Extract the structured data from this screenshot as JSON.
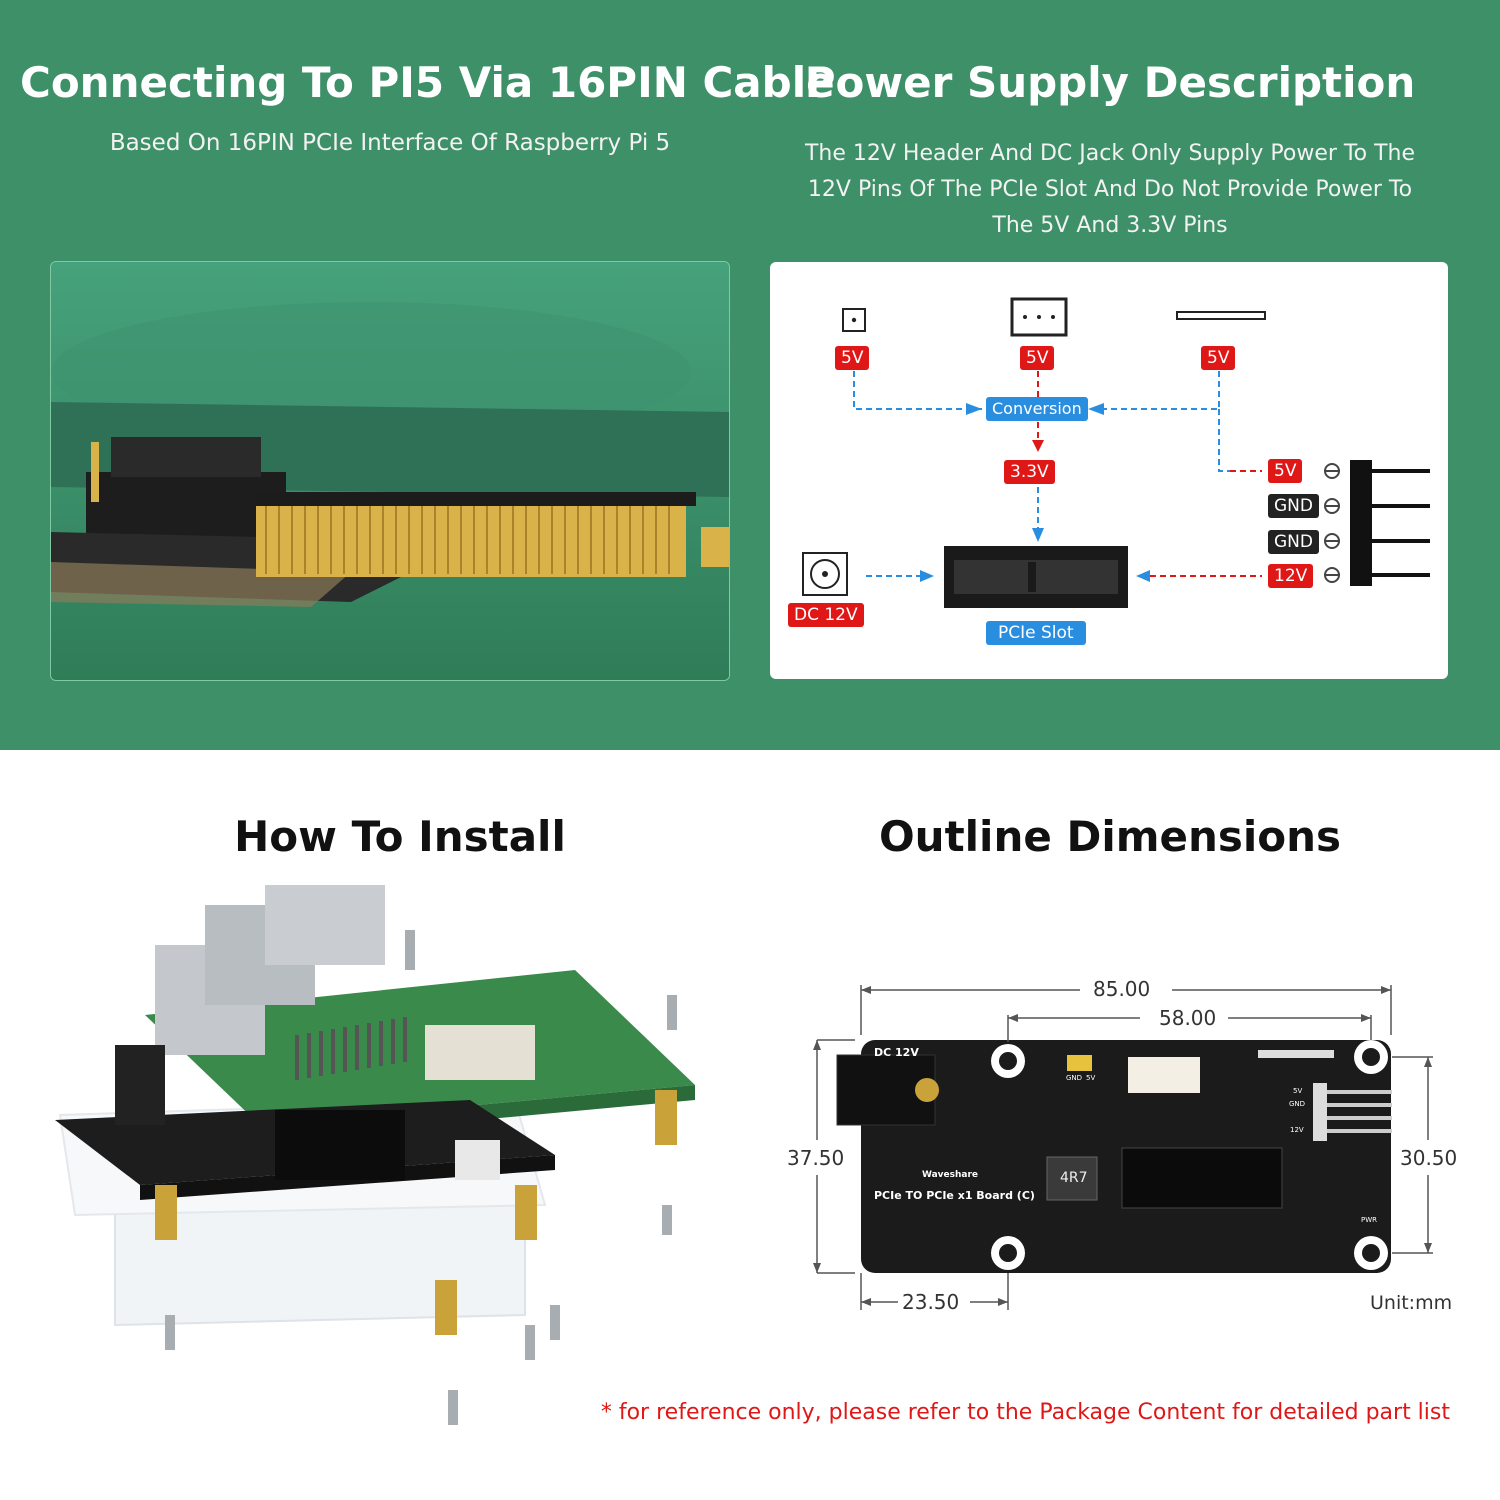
{
  "colors": {
    "section_bg": "#3e9069",
    "accent_red": "#e01717",
    "accent_blue": "#2a8ee0",
    "board": "#1b1b1b"
  },
  "left_top": {
    "title": "Connecting To PI5 Via 16PIN Cable",
    "subtitle": "Based On 16PIN PCIe Interface Of Raspberry Pi 5"
  },
  "right_top": {
    "title": "Power Supply Description",
    "description_lines": [
      "The 12V Header And DC Jack Only Supply Power To The",
      "12V Pins Of The PCIe Slot And Do Not Provide Power To",
      "The 5V And 3.3V Pins"
    ]
  },
  "power_diagram": {
    "source_labels": [
      "5V",
      "5V",
      "5V"
    ],
    "conversion_label": "Conversion",
    "v33_label": "3.3V",
    "header_pins": [
      "5V",
      "GND",
      "GND",
      "12V"
    ],
    "dc_label": "DC 12V",
    "slot_label": "PCIe Slot"
  },
  "install": {
    "title": "How To Install"
  },
  "dimensions": {
    "title": "Outline Dimensions",
    "width": "85.00",
    "hole_span": "58.00",
    "height": "37.50",
    "hole_height": "30.50",
    "offset": "23.50",
    "unit": "Unit:mm",
    "board_labels": {
      "dc": "DC 12V",
      "brand": "Waveshare",
      "name": "PCIe TO PCIe x1 Board (C)",
      "inductor": "4R7",
      "pin_5v": "5V",
      "pin_gnd": "GND",
      "pin_12v": "12V",
      "pwr": "PWR",
      "gnd_small": "GND",
      "v5_small": "5V"
    }
  },
  "footnote": "* for reference only, please refer to the Package Content for detailed part list"
}
